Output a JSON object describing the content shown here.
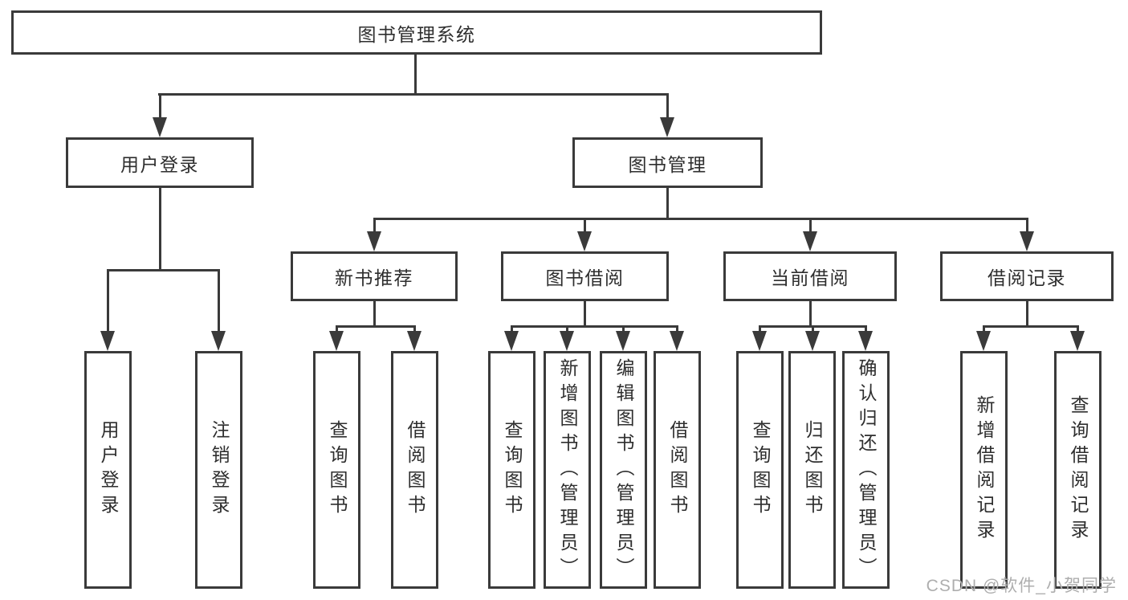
{
  "diagram_type": "hierarchy-tree",
  "tree": {
    "label": "图书管理系统",
    "children": [
      {
        "label": "用户登录",
        "children": [
          {
            "label": "用户登录"
          },
          {
            "label": "注销登录"
          }
        ]
      },
      {
        "label": "图书管理",
        "children": [
          {
            "label": "新书推荐",
            "children": [
              {
                "label": "查询图书"
              },
              {
                "label": "借阅图书"
              }
            ]
          },
          {
            "label": "图书借阅",
            "children": [
              {
                "label": "查询图书"
              },
              {
                "label": "新增图书（管理员）"
              },
              {
                "label": "编辑图书（管理员）"
              },
              {
                "label": "借阅图书"
              }
            ]
          },
          {
            "label": "当前借阅",
            "children": [
              {
                "label": "查询图书"
              },
              {
                "label": "归还图书"
              },
              {
                "label": "确认归还（管理员）"
              }
            ]
          },
          {
            "label": "借阅记录",
            "children": [
              {
                "label": "新增借阅记录"
              },
              {
                "label": "查询借阅记录"
              }
            ]
          }
        ]
      }
    ]
  },
  "watermark": {
    "text": "CSDN @软件_小贺同学"
  },
  "colors": {
    "line": "#3a3a3a",
    "text": "#2e2e2e",
    "watermark": "#aeaeae",
    "background": "#ffffff"
  }
}
